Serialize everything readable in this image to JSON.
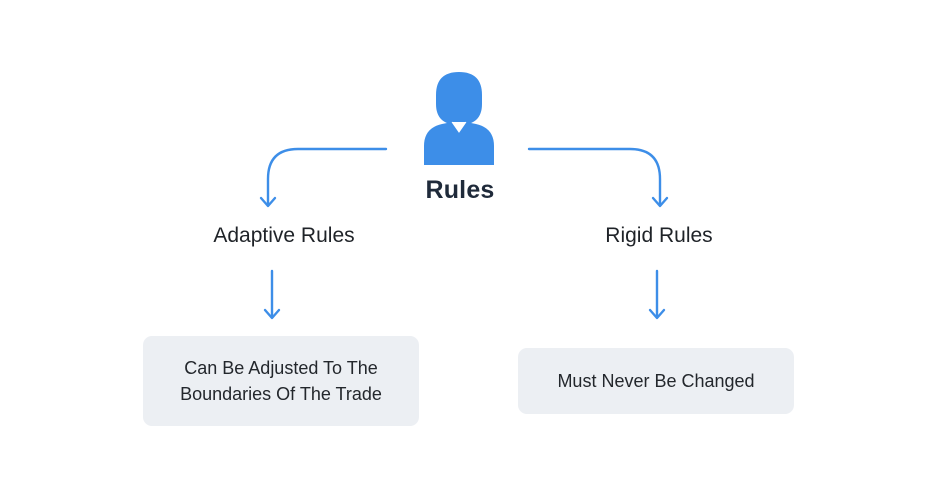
{
  "diagram": {
    "title": "Rules",
    "icon": "user-avatar-icon",
    "accent_color": "#3d8ee8",
    "branches": [
      {
        "label": "Adaptive Rules",
        "description": "Can Be Adjusted To The\nBoundaries Of The Trade"
      },
      {
        "label": "Rigid Rules",
        "description": "Must Never Be Changed"
      }
    ]
  }
}
